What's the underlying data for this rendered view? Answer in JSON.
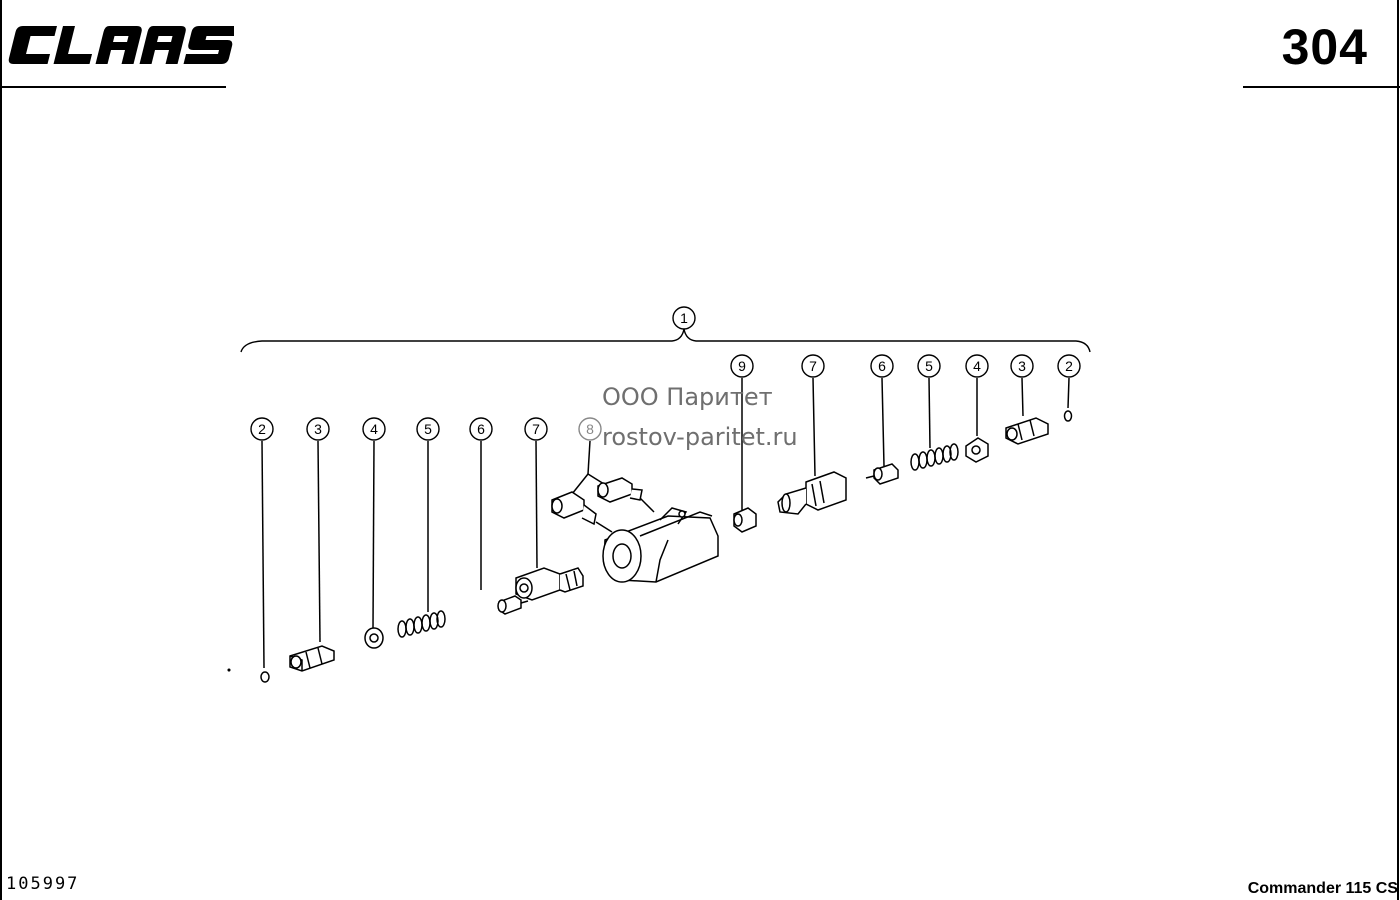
{
  "header": {
    "brand": "CLAAS",
    "page_number": "304"
  },
  "footer": {
    "drawing_number": "105997",
    "model": "Commander 115 CS"
  },
  "watermark": {
    "line1": "ООО Паритет",
    "line2": "rostov-paritet.ru"
  },
  "assembly_callout": "1",
  "callouts_left": [
    "2",
    "3",
    "4",
    "5",
    "6",
    "7",
    "8"
  ],
  "callouts_right": [
    "9",
    "7",
    "6",
    "5",
    "4",
    "3",
    "2"
  ]
}
